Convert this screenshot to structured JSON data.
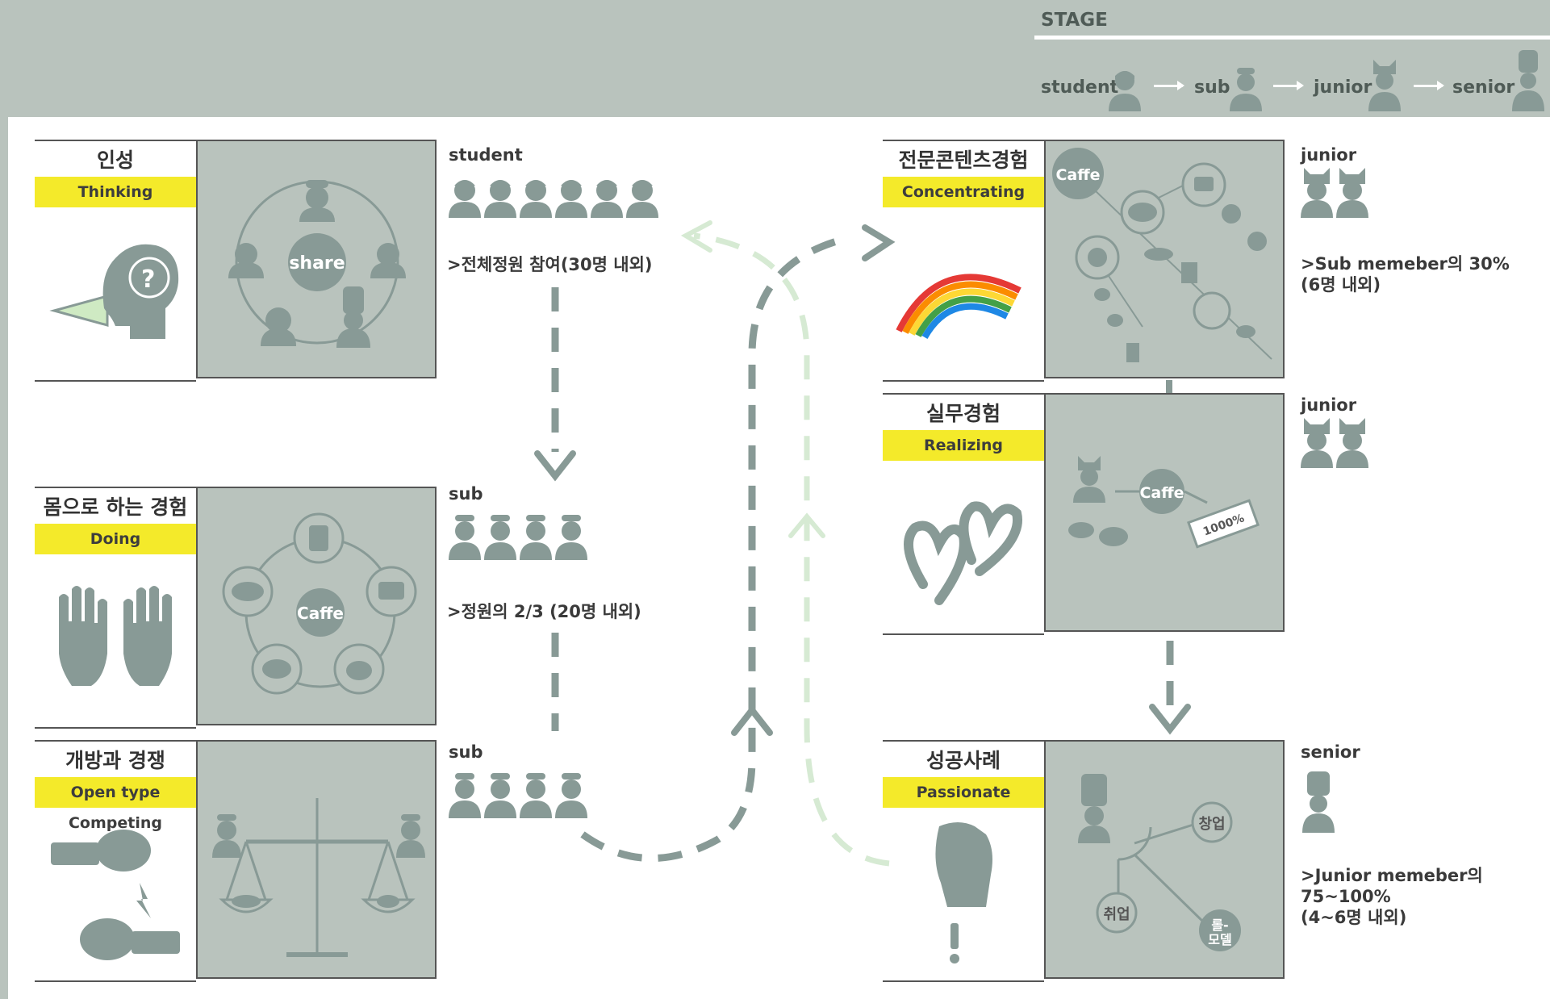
{
  "stage": {
    "title": "STAGE",
    "levels": [
      "student",
      "sub",
      "junior",
      "senior"
    ]
  },
  "colors": {
    "background": "#b9c3bd",
    "icon": "#889a96",
    "highlight": "#f4ea2a",
    "arrow": "#889a96",
    "arrow_light": "#d6ead3"
  },
  "cards": [
    {
      "ko": "인성",
      "en": "Thinking",
      "center": "share"
    },
    {
      "ko": "몸으로 하는 경험",
      "en": "Doing",
      "center": "Caffe"
    },
    {
      "ko": "개방과 경쟁",
      "en": "Open type Competing"
    },
    {
      "ko": "전문콘텐츠경험",
      "en": "Concentrating",
      "center": "Caffe"
    },
    {
      "ko": "실무경험",
      "en": "Realizing",
      "center": "Caffe",
      "ticket": "1000%"
    },
    {
      "ko": "성공사례",
      "en": "Passionate",
      "nodes": [
        "창업",
        "취업",
        "롤-\n모델"
      ]
    }
  ],
  "groups": [
    {
      "label": "student",
      "note": ">전체정원 참여(30명 내외)"
    },
    {
      "label": "sub",
      "note": ">정원의 2/3 (20명 내외)"
    },
    {
      "label": "sub",
      "note": ""
    },
    {
      "label": "junior",
      "note": ">Sub memeber의 30%\n(6명 내외)"
    },
    {
      "label": "junior",
      "note": ""
    },
    {
      "label": "senior",
      "note": ">Junior memeber의 75~100%\n(4~6명 내외)"
    }
  ]
}
